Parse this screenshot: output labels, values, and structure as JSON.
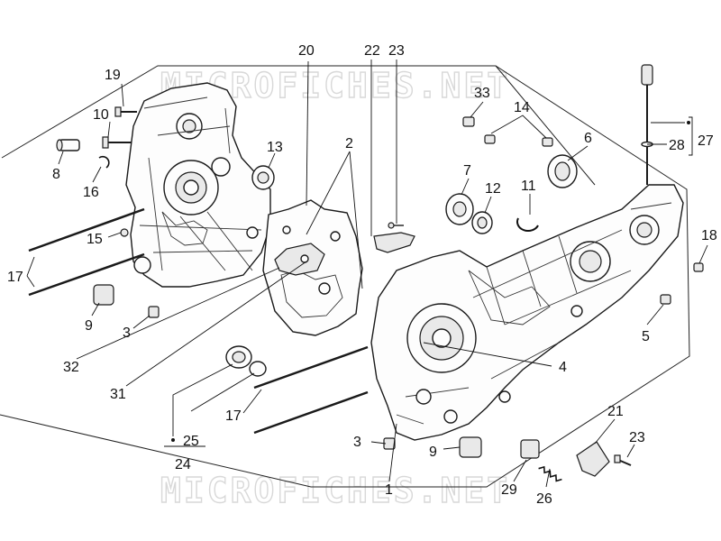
{
  "watermark": "MICROFICHES.NET",
  "callouts": {
    "c1": "1",
    "c2": "2",
    "c3a": "3",
    "c3b": "3",
    "c4": "4",
    "c5": "5",
    "c6": "6",
    "c7": "7",
    "c8": "8",
    "c9a": "9",
    "c9b": "9",
    "c10": "10",
    "c11": "11",
    "c12": "12",
    "c13": "13",
    "c14": "14",
    "c15": "15",
    "c16": "16",
    "c17a": "17",
    "c17b": "17",
    "c18": "18",
    "c19": "19",
    "c20": "20",
    "c21": "21",
    "c22": "22",
    "c23a": "23",
    "c23b": "23",
    "c24": "24",
    "c25": "25",
    "c26": "26",
    "c27": "27",
    "c28": "28",
    "c29": "29",
    "c31": "31",
    "c32": "32",
    "c33": "33"
  }
}
